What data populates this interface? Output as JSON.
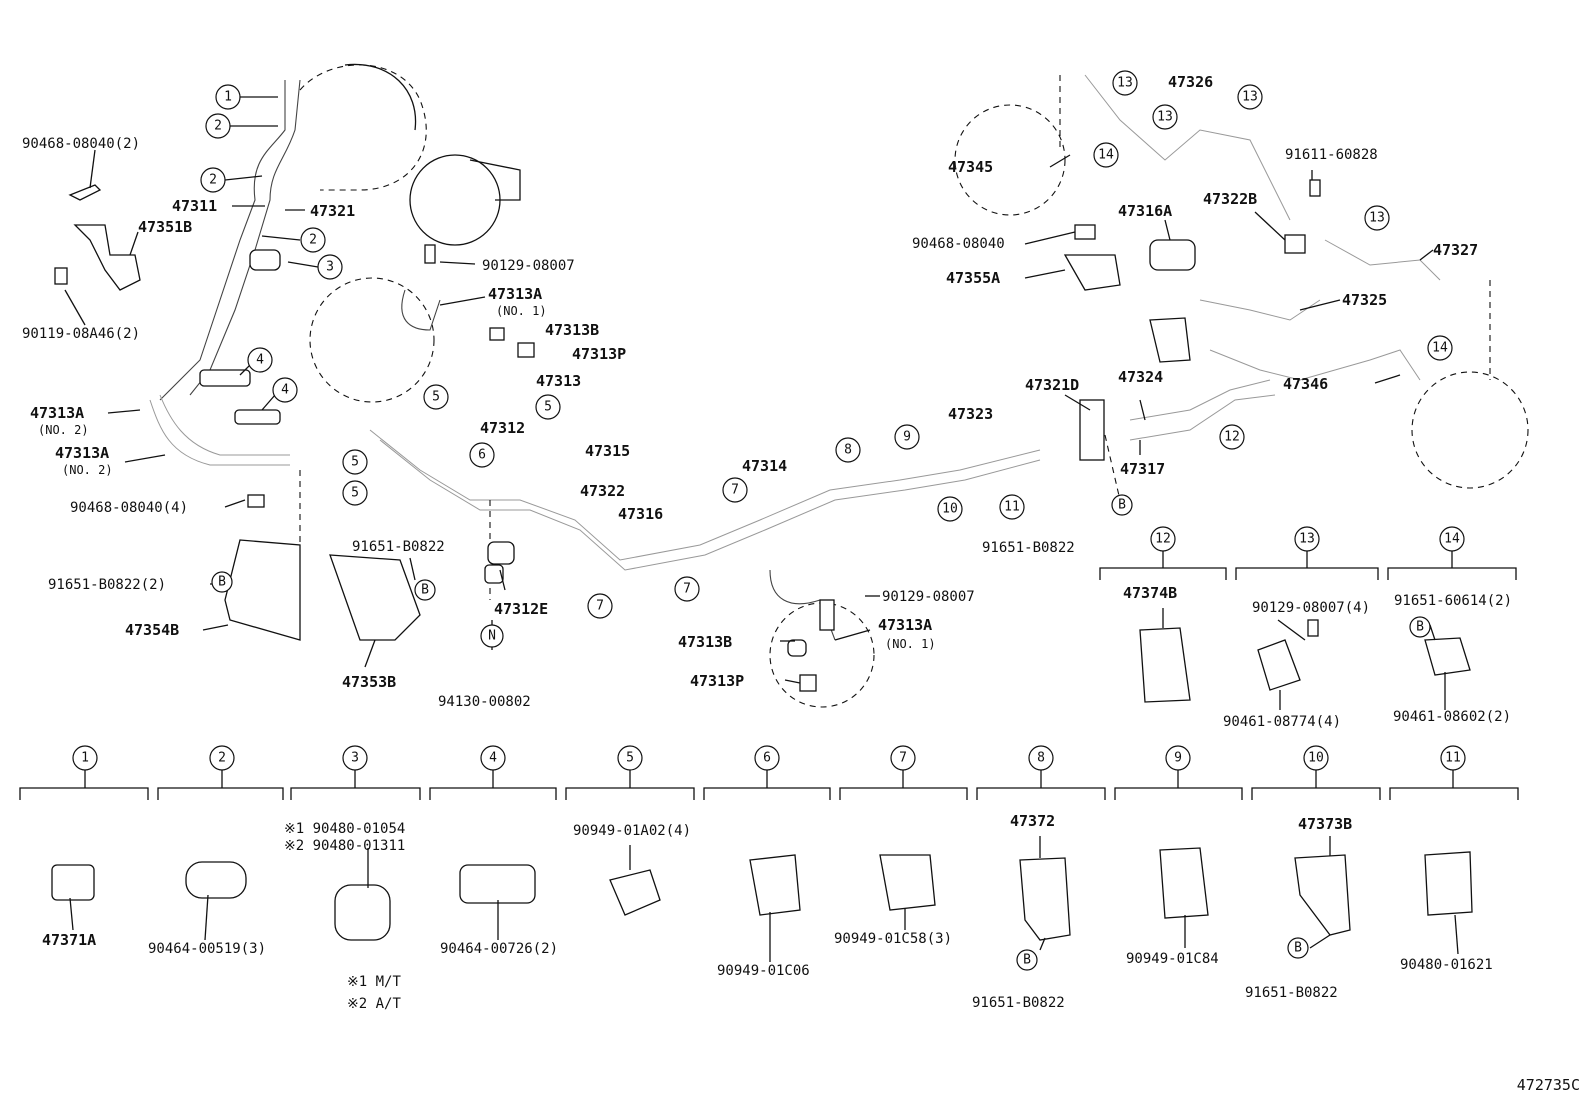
{
  "diagram_id": "472735C",
  "callouts": {
    "c1": "1",
    "c2": "2",
    "c3": "3",
    "c4": "4",
    "c5": "5",
    "c6": "6",
    "c7": "7",
    "c8": "8",
    "c9": "9",
    "c10": "10",
    "c11": "11",
    "c12": "12",
    "c13": "13",
    "c14": "14",
    "b": "B",
    "n": "N"
  },
  "parts": {
    "p90468_08040_2": "90468-08040(2)",
    "p47351B": "47351B",
    "p90119_08A46_2": "90119-08A46(2)",
    "p47311": "47311",
    "p47321": "47321",
    "p90129_08007_a": "90129-08007",
    "p47313A_no1_a": "47313A",
    "no1_a": "(NO. 1)",
    "p47313B_a": "47313B",
    "p47313P_a": "47313P",
    "p47313": "47313",
    "p47312": "47312",
    "p47315": "47315",
    "p47322": "47322",
    "p47313A_no2_a": "47313A",
    "no2_a": "(NO. 2)",
    "p47313A_no2_b": "47313A",
    "no2_b": "(NO. 2)",
    "p90468_08040_4": "90468-08040(4)",
    "p91651_B0822_2": "91651-B0822(2)",
    "p47354B": "47354B",
    "p91651_B0822_a": "91651-B0822",
    "p47353B": "47353B",
    "p47312E": "47312E",
    "p94130_00802": "94130-00802",
    "p47316": "47316",
    "p47314": "47314",
    "p90129_08007_b": "90129-08007",
    "p47313B_b": "47313B",
    "p47313A_no1_b": "47313A",
    "no1_b": "(NO. 1)",
    "p47313P_b": "47313P",
    "p47323": "47323",
    "p47321D": "47321D",
    "p47324": "47324",
    "p47317": "47317",
    "p91651_B0822_b": "91651-B0822",
    "p47345": "47345",
    "p47326": "47326",
    "p91611_60828": "91611-60828",
    "p47316A": "47316A",
    "p47322B": "47322B",
    "p90468_08040_b": "90468-08040",
    "p47355A": "47355A",
    "p47327": "47327",
    "p47325": "47325",
    "p47346": "47346"
  },
  "legend": [
    {
      "num": "1",
      "top": "",
      "bottom": "47371A"
    },
    {
      "num": "2",
      "top": "",
      "bottom": "90464-00519(3)"
    },
    {
      "num": "3",
      "top1": "※1 90480-01054",
      "top2": "※2 90480-01311",
      "note1": "※1 M/T",
      "note2": "※2 A/T"
    },
    {
      "num": "4",
      "top": "",
      "bottom": "90464-00726(2)"
    },
    {
      "num": "5",
      "top": "90949-01A02(4)",
      "bottom": ""
    },
    {
      "num": "6",
      "top": "",
      "bottom": "90949-01C06"
    },
    {
      "num": "7",
      "top": "",
      "bottom": "90949-01C58(3)"
    },
    {
      "num": "8",
      "top": "47372",
      "bottom": "91651-B0822"
    },
    {
      "num": "9",
      "top": "",
      "bottom": "90949-01C84"
    },
    {
      "num": "10",
      "top": "47373B",
      "bottom": "91651-B0822"
    },
    {
      "num": "11",
      "top": "",
      "bottom": "90480-01621"
    },
    {
      "num": "12",
      "top": "47374B",
      "bottom": ""
    },
    {
      "num": "13",
      "top": "90129-08007(4)",
      "bottom": "90461-08774(4)"
    },
    {
      "num": "14",
      "top": "91651-60614(2)",
      "bottom": "90461-08602(2)"
    }
  ]
}
